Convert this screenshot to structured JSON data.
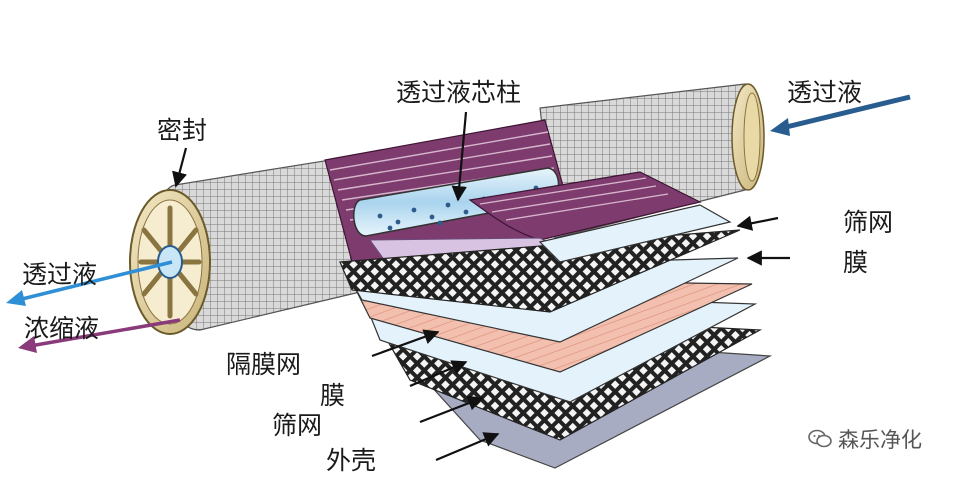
{
  "labels": {
    "seal": "密封",
    "core_tube": "透过液芯柱",
    "permeate_in": "透过液",
    "permeate_out": "透过液",
    "concentrate": "浓缩液",
    "mesh_right_1": "筛网",
    "membrane_right": "膜",
    "spacer_membrane": "隔膜网",
    "membrane_left": "膜",
    "mesh_left": "筛网",
    "shell": "外壳"
  },
  "watermark": {
    "text": "森乐净化",
    "icon": "wechat-icon"
  },
  "colors": {
    "permeate_arrow": "#2a5d8f",
    "permeate_out_arrow": "#2e8fd6",
    "concentrate_arrow": "#8a3a7a",
    "wrap": "#7e3b6e",
    "membrane_pink": "#f0b8a8",
    "sheet_light": "#e4f2fb",
    "shell_grey": "#a8acc2"
  }
}
